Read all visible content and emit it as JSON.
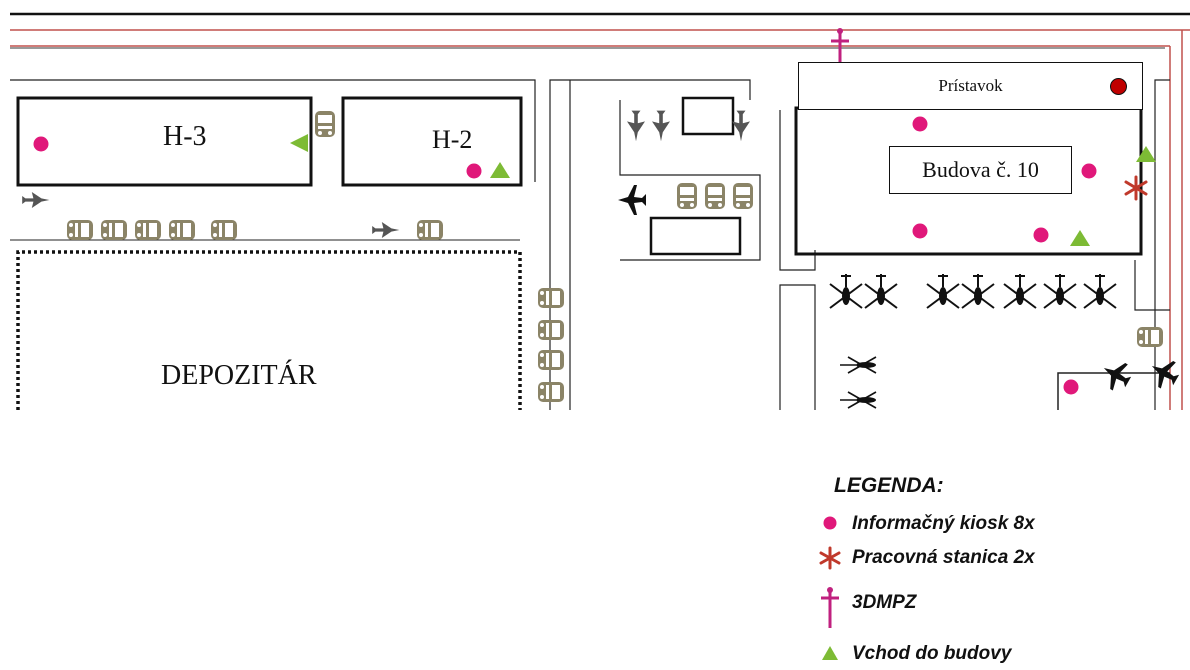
{
  "colors": {
    "kiosk": "#e0187a",
    "workstation": "#c0392b",
    "dmpz": "#c0217f",
    "entrance": "#7dbb35",
    "bus": "#8b8467",
    "aircraft": "#111111",
    "harbor_dot": "#c00000",
    "road_red": "#c0504d"
  },
  "labels": {
    "h3": "H-3",
    "h2": "H-2",
    "depot": "DEPOZITÁR",
    "harbor": "Prístavok",
    "building10": "Budova č. 10"
  },
  "legend": {
    "title": "LEGENDA:",
    "items": [
      {
        "icon": "kiosk-dot-icon",
        "text": "Informačný kiosk 8x"
      },
      {
        "icon": "workstation-asterisk-icon",
        "text": "Pracovná stanica 2x"
      },
      {
        "icon": "dmpz-marker-icon",
        "text": "3DMPZ"
      },
      {
        "icon": "entrance-triangle-icon",
        "text": "Vchod do budovy"
      }
    ]
  }
}
